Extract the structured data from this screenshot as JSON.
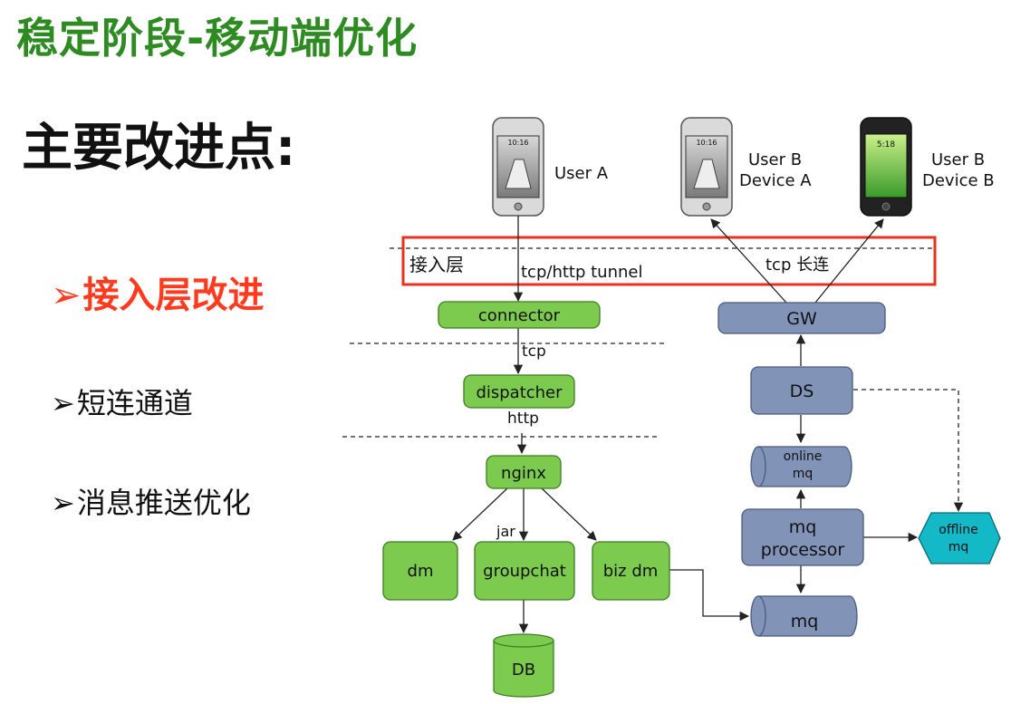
{
  "title": "稳定阶段-移动端优化",
  "heading": "主要改进点:",
  "bullets": [
    {
      "marker": "➢",
      "text": "接入层改进"
    },
    {
      "marker": "➢",
      "text": "短连通道"
    },
    {
      "marker": "➢",
      "text": "消息推送优化"
    }
  ],
  "colors": {
    "green": "#7ccb4e",
    "slate": "#8293b8",
    "cyan": "#14b9c8",
    "red": "#e8321e",
    "title_green": "#2e8b22"
  },
  "diagram": {
    "users": {
      "user_a": "User A",
      "user_b_device_a_line1": "User B",
      "user_b_device_a_line2": "Device A",
      "user_b_device_b_line1": "User B",
      "user_b_device_b_line2": "Device B"
    },
    "phone_time": "10:16",
    "phone_b_time": "5:18",
    "access_layer_label": "接入层",
    "edge_labels": {
      "tcp_http_tunnel": "tcp/http tunnel",
      "tcp_long": "tcp 长连",
      "tcp": "tcp",
      "http": "http",
      "jar": "jar"
    },
    "nodes": {
      "connector": "connector",
      "dispatcher": "dispatcher",
      "nginx": "nginx",
      "dm": "dm",
      "groupchat": "groupchat",
      "biz_dm": "biz dm",
      "db": "DB",
      "gw": "GW",
      "ds": "DS",
      "online_mq_line1": "online",
      "online_mq_line2": "mq",
      "mq_processor_line1": "mq",
      "mq_processor_line2": "processor",
      "mq": "mq",
      "offline_mq_line1": "offline",
      "offline_mq_line2": "mq"
    }
  }
}
